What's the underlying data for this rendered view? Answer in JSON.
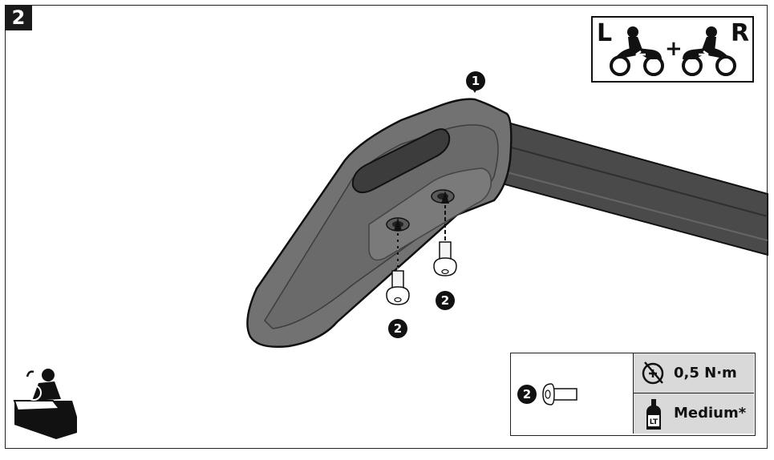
{
  "step": {
    "number": "2"
  },
  "callouts": {
    "part_1": "1",
    "bolt_a": "2",
    "bolt_b": "2",
    "spec_bolt": "2"
  },
  "side_indicator": {
    "left_label": "L",
    "plus": "+",
    "right_label": "R"
  },
  "spec_table": {
    "torque": "0,5 N·m",
    "threadlocker": "Medium*"
  },
  "icons": {
    "side_indicator_left": "motorcycle-rider-left-icon",
    "side_indicator_right": "motorcycle-rider-right-icon",
    "torque": "torque-wrench-icon",
    "threadlocker": "threadlocker-bottle-icon",
    "bolt": "button-head-bolt-icon",
    "workshop": "mechanic-at-workbench-icon"
  },
  "colors": {
    "part_fill": "#6e6e6e",
    "part_dark": "#454545",
    "spec_bg": "#d9d9d9",
    "ink": "#111111"
  }
}
